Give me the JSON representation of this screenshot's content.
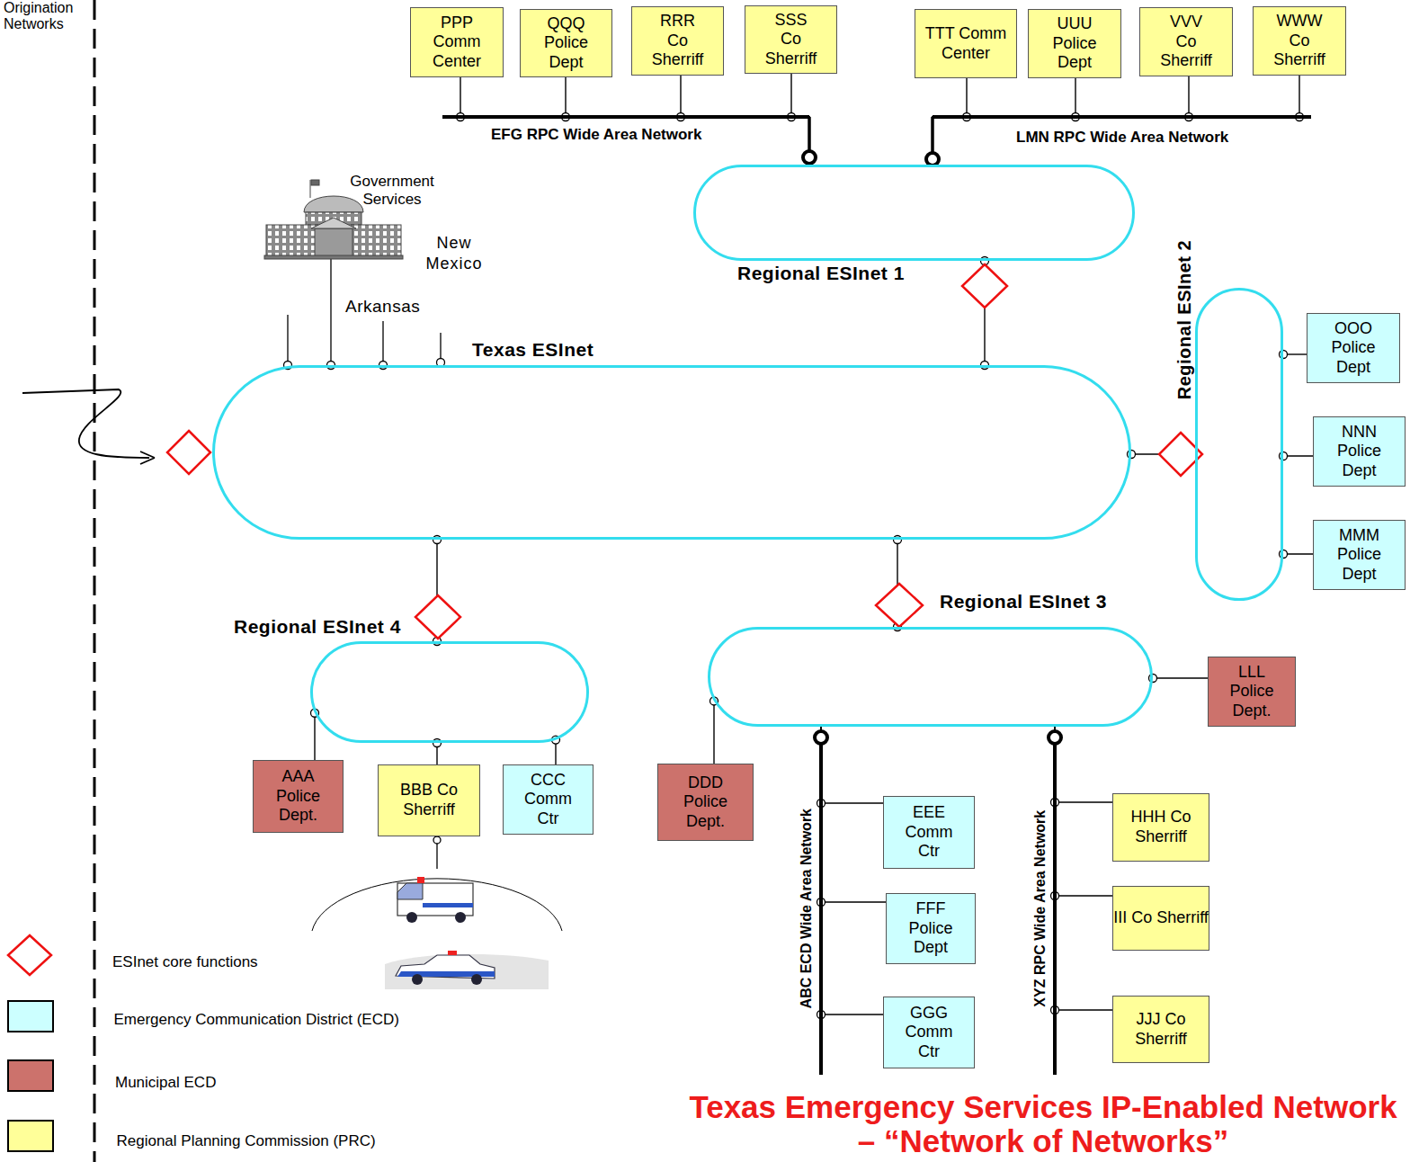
{
  "diagram": {
    "title": "Texas Emergency Services IP-Enabled Network – “Network of Networks”",
    "nodes": [
      {
        "text": [
          "PPP Comm Center"
        ]
      },
      {
        "text": [
          "QQQ Police Dept"
        ]
      },
      {
        "text": [
          "RRR Co Sherriff"
        ]
      },
      {
        "text": [
          "SSS Co Sherriff"
        ]
      },
      {
        "text": [
          "TTT Comm Center"
        ]
      },
      {
        "text": [
          "UUU Police Dept"
        ]
      },
      {
        "text": [
          "VVV Co Sherriff"
        ]
      },
      {
        "text": [
          "WWW Co Sherriff"
        ]
      },
      {
        "text": [
          "Regional ESInet 1"
        ]
      },
      {
        "text": [
          "Regional ESInet 2"
        ]
      },
      {
        "text": [
          "OOO Police Dept"
        ]
      },
      {
        "text": [
          "NNN Police Dept"
        ]
      },
      {
        "text": [
          "MMM Police Dept"
        ]
      },
      {
        "text": [
          "Texas ESInet"
        ]
      },
      {
        "text": [
          "Regional ESInet 4"
        ]
      },
      {
        "text": [
          "Regional ESInet 3"
        ]
      },
      {
        "text": [
          "LLL Police Dept."
        ]
      },
      {
        "text": [
          "AAA Police Dept."
        ]
      },
      {
        "text": [
          "BBB Co Sherriff"
        ]
      },
      {
        "text": [
          "CCC Comm Ctr"
        ]
      },
      {
        "text": [
          "DDD Police Dept."
        ]
      },
      {
        "text": [
          "EEE Comm Ctr"
        ]
      },
      {
        "text": [
          "FFF Police Dept"
        ]
      },
      {
        "text": [
          "GGG Comm Ctr"
        ]
      },
      {
        "text": [
          "HHH Co Sherriff"
        ]
      },
      {
        "text": [
          "III Co Sherriff"
        ]
      },
      {
        "text": [
          "JJJ Co Sherriff"
        ]
      }
    ],
    "edges": [
      {
        "from": 13,
        "to": 8,
        "arrow": "none"
      },
      {
        "from": 13,
        "to": 9,
        "arrow": "none"
      },
      {
        "from": 13,
        "to": 15,
        "arrow": "none"
      },
      {
        "from": 13,
        "to": 14,
        "arrow": "none"
      },
      {
        "from": 0,
        "to": 8,
        "arrow": "none"
      },
      {
        "from": 1,
        "to": 8,
        "arrow": "none"
      },
      {
        "from": 2,
        "to": 8,
        "arrow": "none"
      },
      {
        "from": 3,
        "to": 8,
        "arrow": "none"
      },
      {
        "from": 4,
        "to": 8,
        "arrow": "none"
      },
      {
        "from": 5,
        "to": 8,
        "arrow": "none"
      },
      {
        "from": 6,
        "to": 8,
        "arrow": "none"
      },
      {
        "from": 7,
        "to": 8,
        "arrow": "none"
      },
      {
        "from": 10,
        "to": 9,
        "arrow": "none"
      },
      {
        "from": 11,
        "to": 9,
        "arrow": "none"
      },
      {
        "from": 12,
        "to": 9,
        "arrow": "none"
      },
      {
        "from": 17,
        "to": 14,
        "arrow": "none"
      },
      {
        "from": 18,
        "to": 14,
        "arrow": "none"
      },
      {
        "from": 19,
        "to": 14,
        "arrow": "none"
      },
      {
        "from": 20,
        "to": 15,
        "arrow": "none"
      },
      {
        "from": 16,
        "to": 15,
        "arrow": "none"
      },
      {
        "from": 21,
        "to": 15,
        "arrow": "none"
      },
      {
        "from": 22,
        "to": 15,
        "arrow": "none"
      },
      {
        "from": 23,
        "to": 15,
        "arrow": "none"
      },
      {
        "from": 24,
        "to": 15,
        "arrow": "none"
      },
      {
        "from": 25,
        "to": 15,
        "arrow": "none"
      },
      {
        "from": 26,
        "to": 15,
        "arrow": "none"
      }
    ],
    "labels": [
      "Origination Networks",
      "Government Services",
      "New Mexico",
      "Arkansas",
      "EFG RPC Wide Area Network",
      "LMN RPC Wide Area Network",
      "ABC ECD Wide Area Network",
      "XYZ RPC Wide Area Network"
    ],
    "legend": [
      {
        "text": "ESInet core functions"
      },
      {
        "text": "Emergency Communication District (ECD)",
        "color": "#ccffff"
      },
      {
        "text": "Municipal ECD",
        "color": "#cc726c"
      },
      {
        "text": "Regional Planning Commission (PRC)",
        "color": "#ffff99"
      }
    ]
  }
}
